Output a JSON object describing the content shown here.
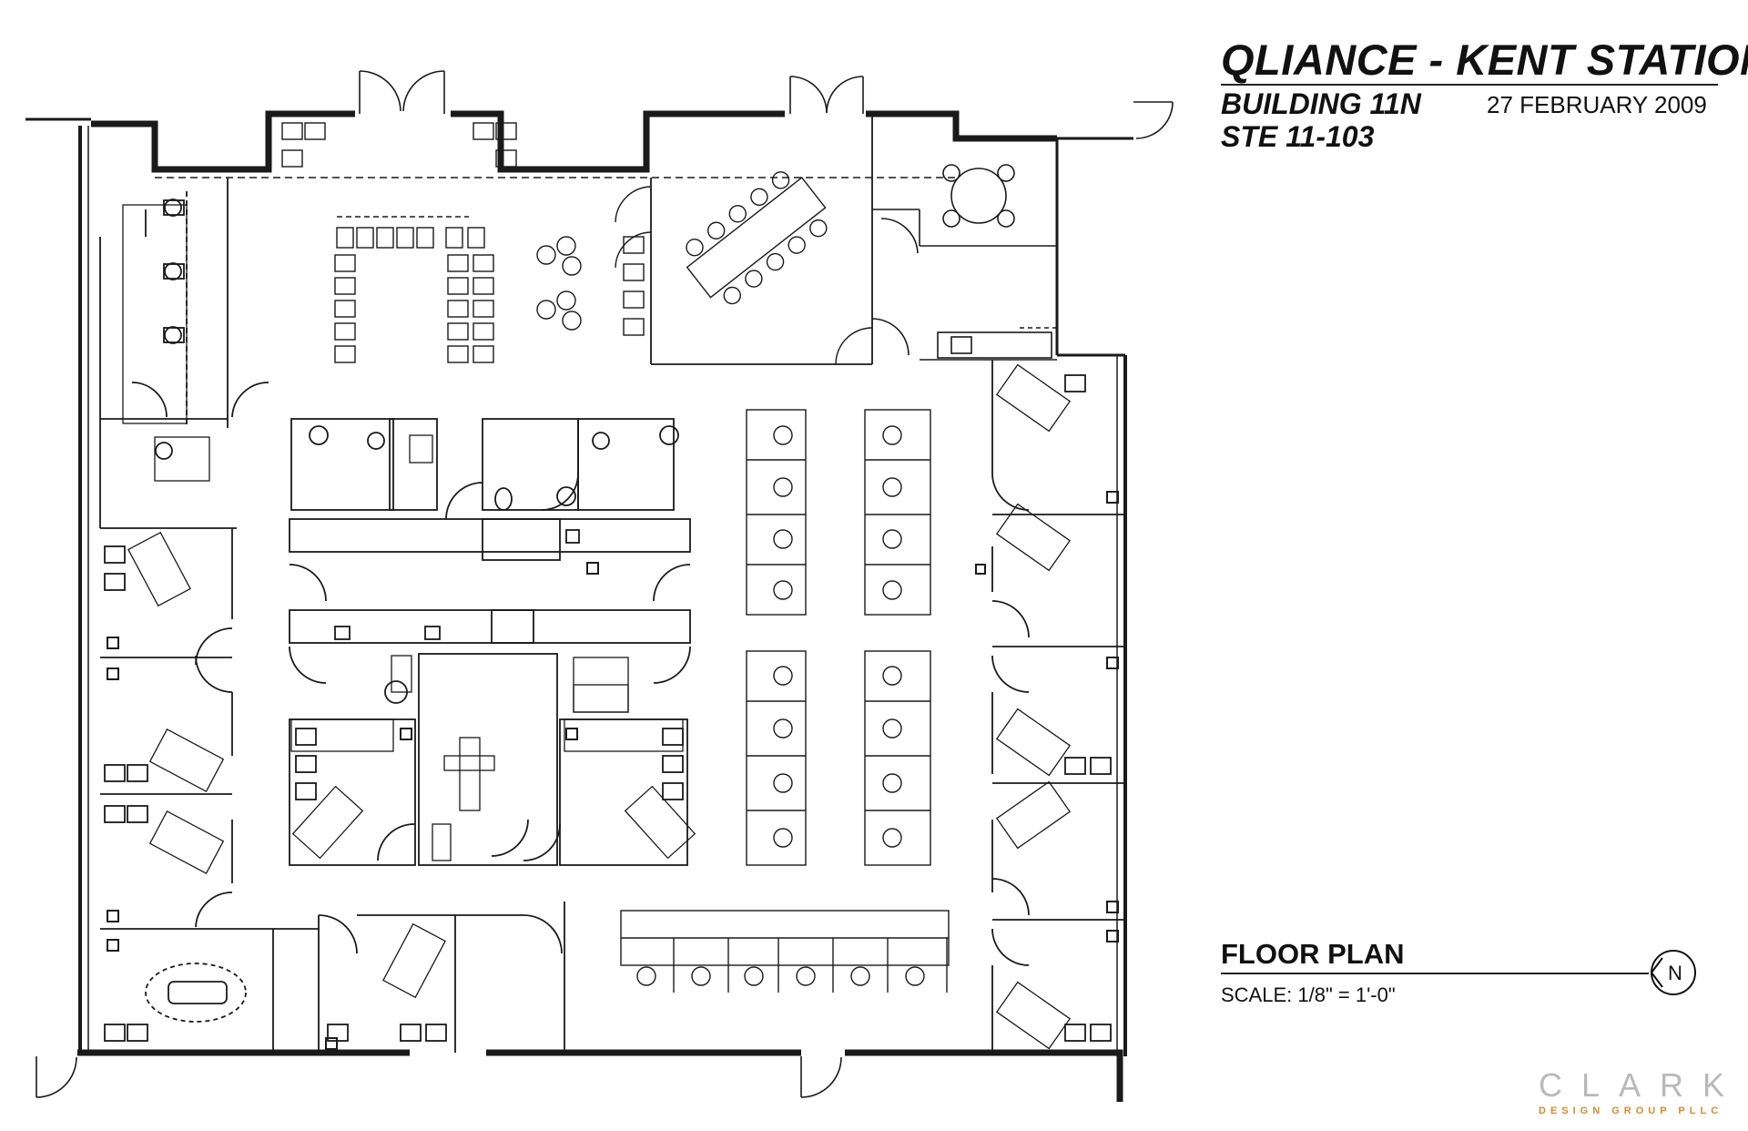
{
  "title": {
    "project": "QLIANCE - KENT STATION",
    "building": "BUILDING 11N",
    "suite": "STE 11-103",
    "date": "27 FEBRUARY 2009"
  },
  "plan_label": {
    "title": "FLOOR PLAN",
    "scale": "SCALE: 1/8\" = 1'-0\""
  },
  "north_arrow": {
    "letter": "N",
    "icon": "north-arrow-icon"
  },
  "logo": {
    "wordmark": "CLARK",
    "subtitle": "DESIGN GROUP PLLC",
    "wordmark_color": "#b9b9b9",
    "subtitle_color": "#d98a2b"
  },
  "colors": {
    "wall": "#1a1a1a",
    "fixture": "#333333",
    "background": "#ffffff"
  }
}
